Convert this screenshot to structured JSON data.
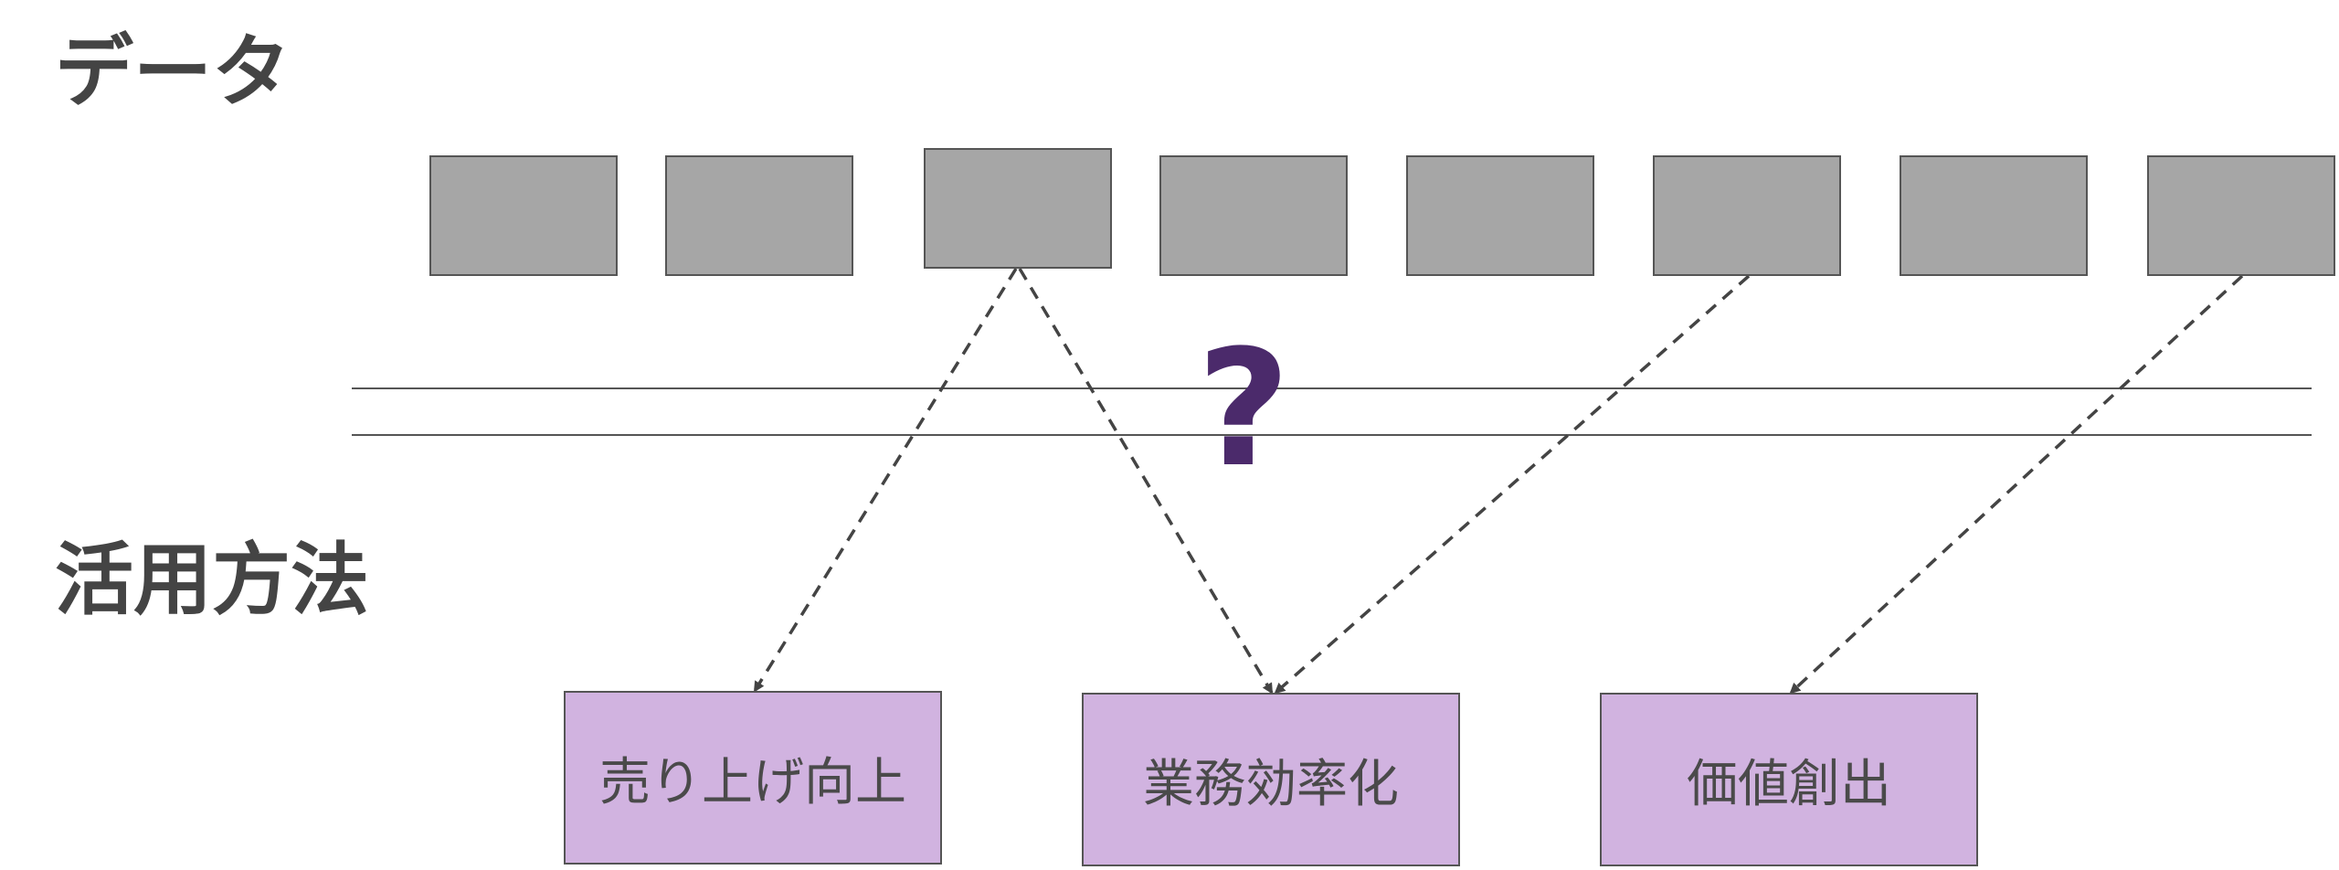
{
  "diagram": {
    "heading_data": "データ",
    "heading_usage": "活用方法",
    "question_mark": "?",
    "data_box_count": 8,
    "usage_boxes": [
      {
        "label": "売り上げ向上"
      },
      {
        "label": "業務効率化"
      },
      {
        "label": "価値創出"
      }
    ],
    "connections": [
      {
        "from_data_box": 3,
        "to_usage_box": 1
      },
      {
        "from_data_box": 3,
        "to_usage_box": 2
      },
      {
        "from_data_box": 6,
        "to_usage_box": 2
      },
      {
        "from_data_box": 8,
        "to_usage_box": 3
      }
    ],
    "colors": {
      "data_box_fill": "#a6a6a6",
      "usage_box_fill": "#d1b3e0",
      "question_mark": "#4b2a6b",
      "heading_text": "#444444",
      "arrow": "#444444"
    }
  }
}
